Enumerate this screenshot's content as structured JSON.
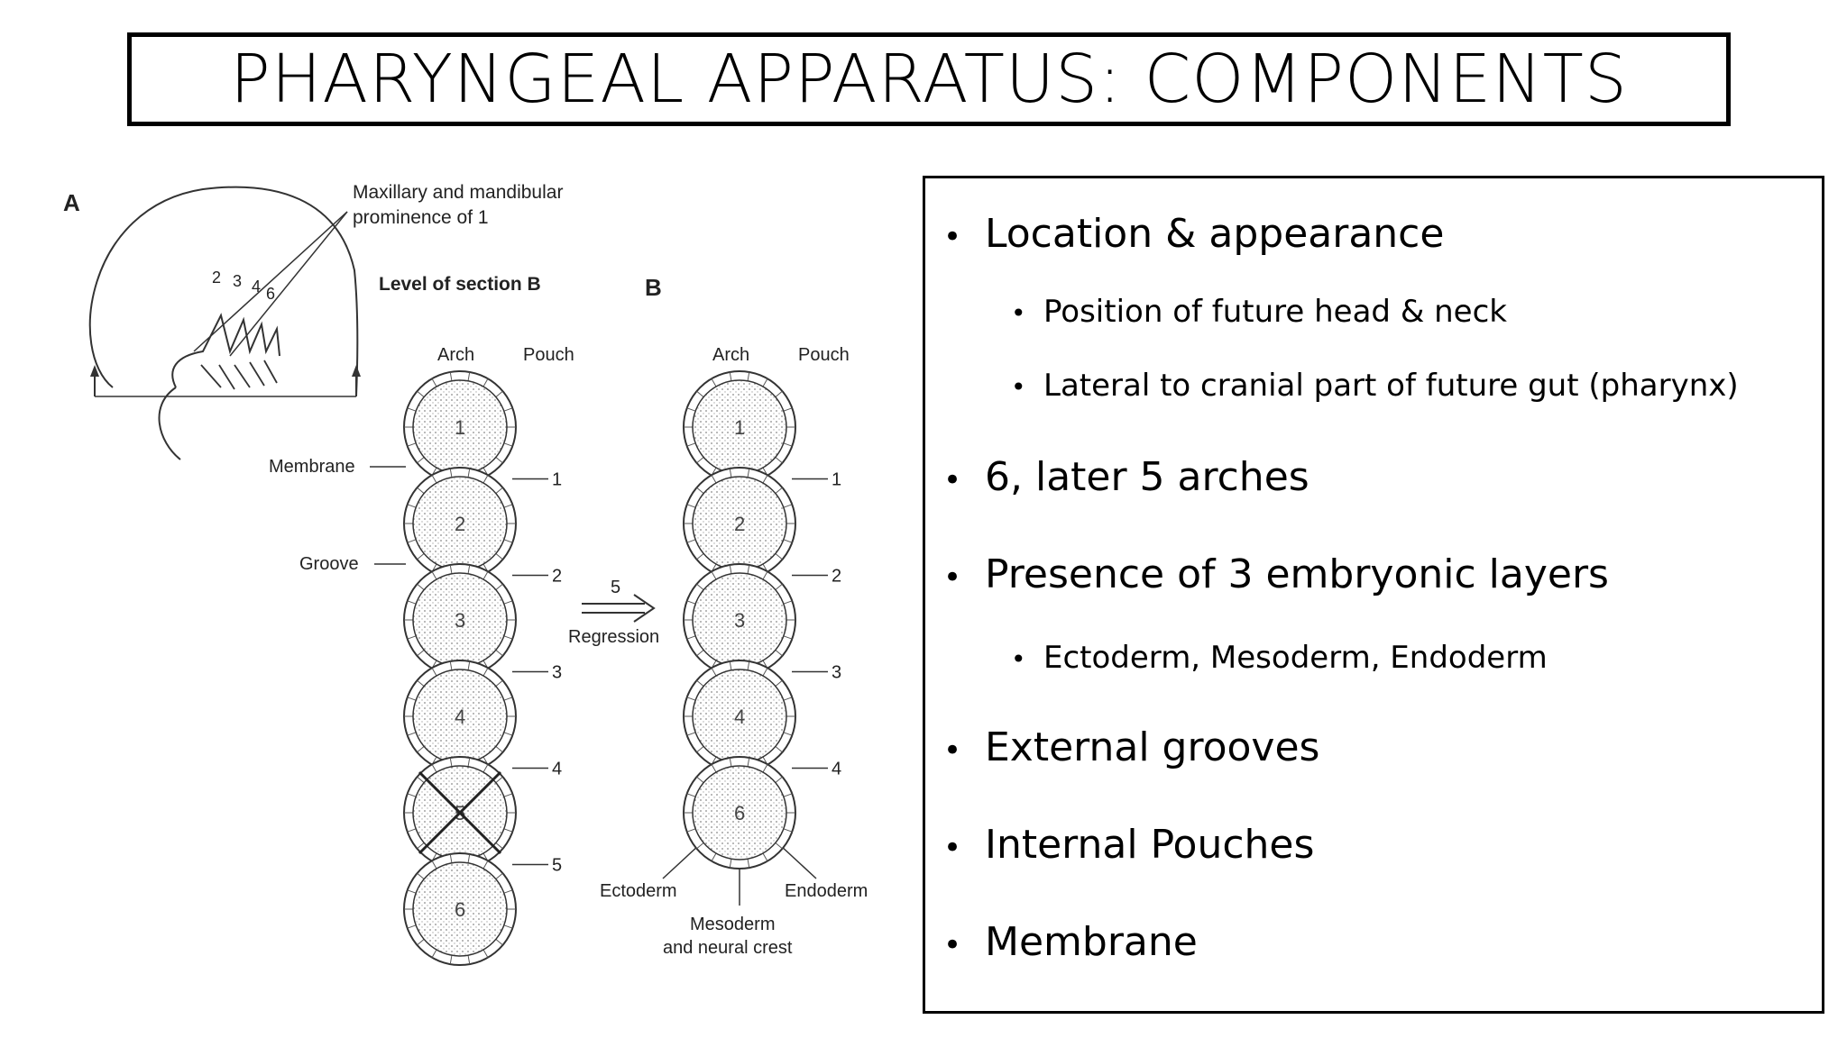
{
  "title": "PHARYNGEAL APPARATUS: COMPONENTS",
  "figure": {
    "panel_a": "A",
    "panel_b": "B",
    "maxillary_line1": "Maxillary and mandibular",
    "maxillary_line2": "prominence of 1",
    "level_section": "Level of section B",
    "arch_numbers_small": [
      "2",
      "3",
      "4",
      "6"
    ],
    "col_arch": "Arch",
    "col_pouch": "Pouch",
    "membrane": "Membrane",
    "groove": "Groove",
    "left_arches": [
      "1",
      "2",
      "3",
      "4",
      "5",
      "6"
    ],
    "left_pouches": [
      "1",
      "2",
      "3",
      "4",
      "5"
    ],
    "right_arches": [
      "1",
      "2",
      "3",
      "4",
      "6"
    ],
    "right_pouches": [
      "1",
      "2",
      "3",
      "4"
    ],
    "regression_num": "5",
    "regression": "Regression",
    "ectoderm": "Ectoderm",
    "endoderm": "Endoderm",
    "mesoderm_line1": "Mesoderm",
    "mesoderm_line2": "and neural crest"
  },
  "bullets": [
    {
      "level": 1,
      "text": "Location & appearance"
    },
    {
      "level": 2,
      "text": "Position of future head & neck"
    },
    {
      "level": 2,
      "text": "Lateral to cranial part of future gut (pharynx)"
    },
    {
      "level": 1,
      "text": " 6, later 5 arches"
    },
    {
      "level": 1,
      "text": " Presence of 3 embryonic layers"
    },
    {
      "level": 2,
      "text": "Ectoderm, Mesoderm, Endoderm"
    },
    {
      "level": 1,
      "text": " External grooves"
    },
    {
      "level": 1,
      "text": " Internal Pouches"
    },
    {
      "level": 1,
      "text": " Membrane"
    }
  ]
}
